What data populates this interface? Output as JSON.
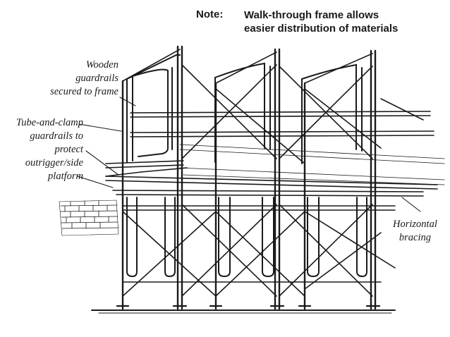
{
  "note": {
    "label": "Note:",
    "lines": [
      "Walk-through frame allows",
      "easier distribution of materials"
    ]
  },
  "callouts": {
    "wooden_guardrails": [
      "Wooden",
      "guardrails",
      "secured to frame"
    ],
    "tube_and_clamp": [
      "Tube-and-clamp",
      "guardrails to",
      "protect",
      "outrigger/side",
      "platform"
    ],
    "horizontal_bracing": [
      "Horizontal",
      "bracing"
    ]
  },
  "colors": {
    "ink": "#1a1a1a",
    "background": "#ffffff"
  }
}
